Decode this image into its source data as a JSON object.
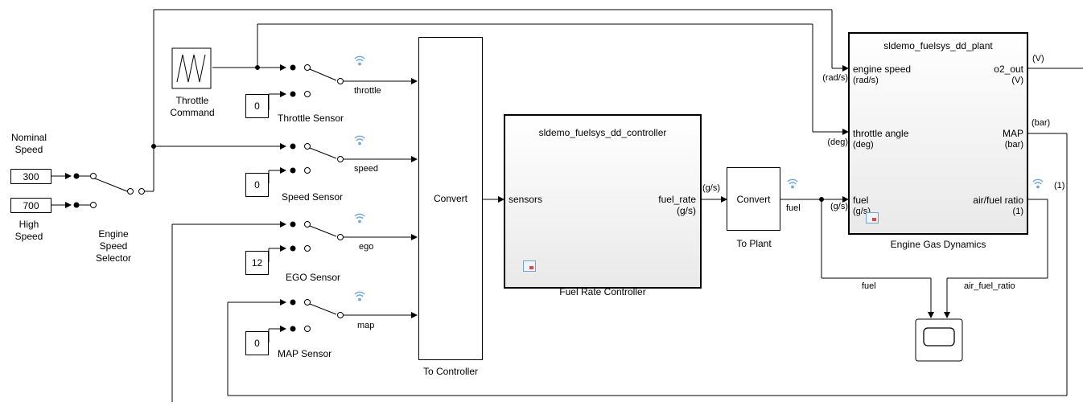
{
  "inputs": {
    "nominal_speed_label": "Nominal\nSpeed",
    "nominal_speed_value": "300",
    "high_speed_label": "High\nSpeed",
    "high_speed_value": "700",
    "selector_label": "Engine\nSpeed\nSelector",
    "throttle_command_label": "Throttle\nCommand"
  },
  "sensors": {
    "throttle": {
      "value": "0",
      "label": "Throttle Sensor",
      "signal": "throttle"
    },
    "speed": {
      "value": "0",
      "label": "Speed Sensor",
      "signal": "speed"
    },
    "ego": {
      "value": "12",
      "label": "EGO Sensor",
      "signal": "ego"
    },
    "map": {
      "value": "0",
      "label": "MAP Sensor",
      "signal": "map"
    }
  },
  "to_controller": {
    "text": "Convert",
    "caption": "To Controller"
  },
  "controller": {
    "title": "sldemo_fuelsys_dd_controller",
    "in_port": "sensors",
    "out_port": "fuel_rate",
    "out_unit": "(g/s)",
    "caption": "Fuel Rate Controller"
  },
  "to_plant": {
    "text": "Convert",
    "caption": "To Plant",
    "in_unit": "(g/s)",
    "out_signal": "fuel"
  },
  "plant": {
    "title": "sldemo_fuelsys_dd_plant",
    "ports_in": [
      {
        "name": "engine speed",
        "unit": "(rad/s)",
        "ext": "(rad/s)"
      },
      {
        "name": "throttle angle",
        "unit": "(deg)",
        "ext": "(deg)"
      },
      {
        "name": "fuel",
        "unit": "(g/s)",
        "ext": "(g/s)"
      }
    ],
    "ports_out": [
      {
        "name": "o2_out",
        "unit": "(V)",
        "ext": "(V)"
      },
      {
        "name": "MAP",
        "unit": "(bar)",
        "ext": "(bar)"
      },
      {
        "name": "air/fuel ratio",
        "unit": "(1)",
        "ext": "(1)"
      }
    ],
    "caption": "Engine Gas Dynamics"
  },
  "scope": {
    "fuel_label": "fuel",
    "afr_label": "air_fuel_ratio"
  },
  "colors": {
    "wire": "#000000",
    "wifi": "#6fa8dc",
    "subsystem_bg": "#ececec"
  }
}
